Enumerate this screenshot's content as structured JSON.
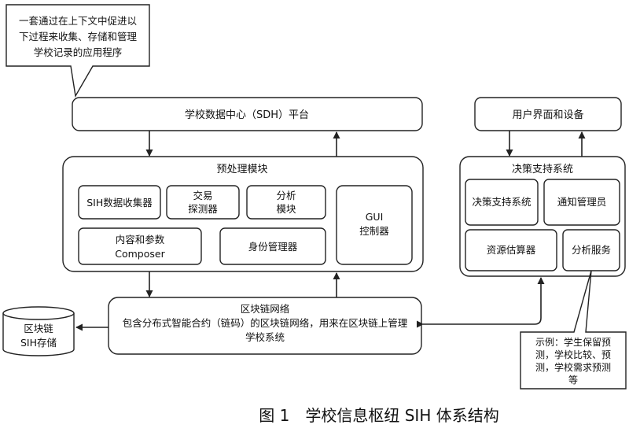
{
  "callout_top": {
    "lines": [
      "一套通过在上下文中促进以",
      "下过程来收集、存储和管理",
      "学校记录的应用程序"
    ]
  },
  "sdh_platform": {
    "label": "学校数据中心（SDH）平台"
  },
  "preprocess": {
    "title": "预处理模块",
    "sih_collector": "SIH数据收集器",
    "tx_detector": [
      "交易",
      "探测器"
    ],
    "analysis_module": [
      "分析",
      "模块"
    ],
    "gui_controller": [
      "GUI",
      "控制器"
    ],
    "content_composer": [
      "内容和参数",
      "Composer"
    ],
    "identity_manager": "身份管理器"
  },
  "blockchain": {
    "lines": [
      "区块链网络",
      "包含分布式智能合约（链码）的区块链网络，用来在区块链上管理",
      "学校系统"
    ]
  },
  "storage": {
    "lines": [
      "区块链",
      "SIH存储"
    ]
  },
  "ui_devices": {
    "label": "用户界面和设备"
  },
  "dss": {
    "title": "决策支持系统",
    "dss_inner": "决策支持系统",
    "notify_admin": "通知管理员",
    "resource_estimator": "资源估算器",
    "analysis_service": "分析服务"
  },
  "callout_example": {
    "lines": [
      "示例：学生保留预",
      "测，学校比较、预",
      "测，学校需求预测",
      "等"
    ]
  },
  "caption": "图 1　学校信息枢纽 SIH 体系结构"
}
